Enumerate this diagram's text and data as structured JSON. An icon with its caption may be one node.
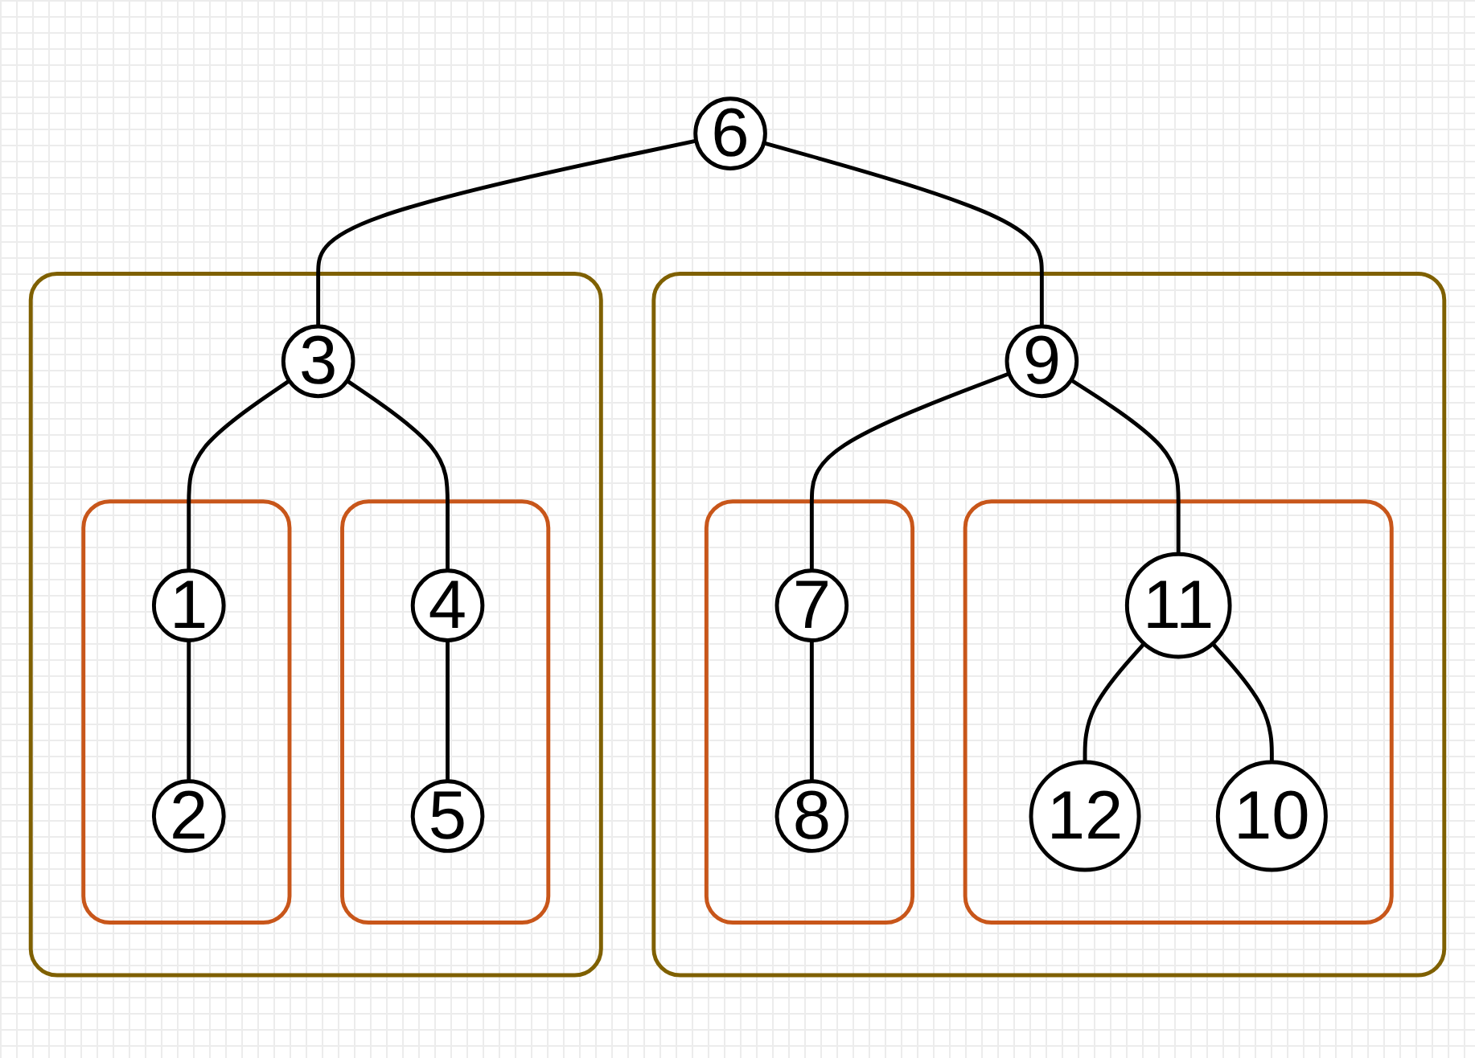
{
  "diagram": {
    "nodes": [
      {
        "text": [
          "6"
        ]
      },
      {
        "text": [],
        "shape": "box"
      },
      {
        "text": [
          "3"
        ],
        "in": 1
      },
      {
        "text": [],
        "shape": "box",
        "in": 1
      },
      {
        "text": [
          "1"
        ],
        "in": 3
      },
      {
        "text": [
          "2"
        ],
        "in": 3
      },
      {
        "text": [],
        "shape": "box",
        "in": 1
      },
      {
        "text": [
          "4"
        ],
        "in": 6
      },
      {
        "text": [
          "5"
        ],
        "in": 6
      },
      {
        "text": [],
        "shape": "box"
      },
      {
        "text": [
          "9"
        ],
        "in": 9
      },
      {
        "text": [],
        "shape": "box",
        "in": 9
      },
      {
        "text": [
          "7"
        ],
        "in": 11
      },
      {
        "text": [
          "8"
        ],
        "in": 11
      },
      {
        "text": [],
        "shape": "box",
        "in": 9
      },
      {
        "text": [
          "11"
        ],
        "in": 14
      },
      {
        "text": [
          "10"
        ],
        "in": 14
      },
      {
        "text": [
          "12"
        ],
        "in": 14
      }
    ],
    "edges": [
      {
        "from": 0,
        "to": 2,
        "arrow": "none"
      },
      {
        "from": 0,
        "to": 10,
        "arrow": "none"
      },
      {
        "from": 2,
        "to": 4,
        "arrow": "none"
      },
      {
        "from": 2,
        "to": 7,
        "arrow": "none"
      },
      {
        "from": 4,
        "to": 5,
        "arrow": "none"
      },
      {
        "from": 7,
        "to": 8,
        "arrow": "none"
      },
      {
        "from": 10,
        "to": 12,
        "arrow": "none"
      },
      {
        "from": 10,
        "to": 15,
        "arrow": "none"
      },
      {
        "from": 12,
        "to": 13,
        "arrow": "none"
      },
      {
        "from": 15,
        "to": 16,
        "arrow": "none"
      },
      {
        "from": 15,
        "to": 17,
        "arrow": "none"
      }
    ]
  }
}
